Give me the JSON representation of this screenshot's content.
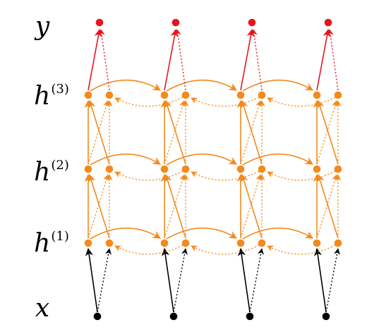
{
  "labels": {
    "y": "y",
    "h3_base": "h",
    "h3_sup": "(3)",
    "h2_base": "h",
    "h2_sup": "(2)",
    "h1_base": "h",
    "h1_sup": "(1)",
    "x": "x"
  },
  "diagram": {
    "timesteps": 4,
    "hidden_layers": 3,
    "directions": [
      "forward",
      "backward"
    ],
    "colors": {
      "input": "#000000",
      "hidden": "#f28a1c",
      "output": "#e8141c"
    }
  }
}
